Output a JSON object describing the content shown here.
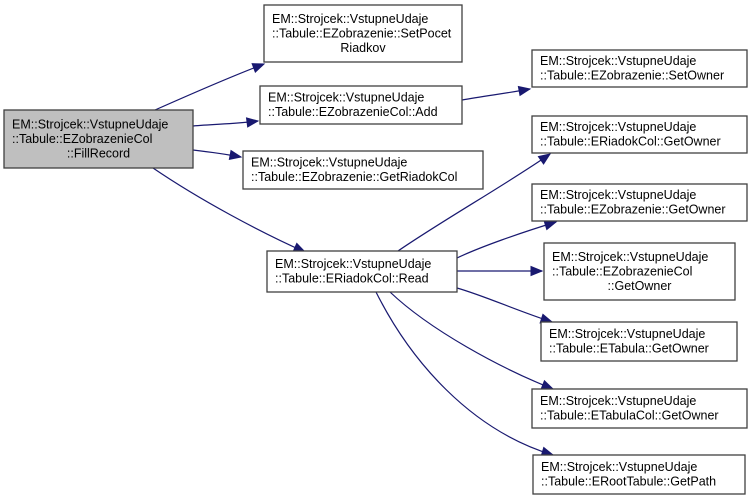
{
  "diagram": {
    "type": "call-graph",
    "colors": {
      "edge": "#191970",
      "root_fill": "#bfbfbf",
      "node_fill": "#ffffff",
      "node_border": "#404040"
    },
    "nodes": [
      {
        "id": "fillrecord",
        "root": true,
        "lines": [
          "EM::Strojcek::VstupneUdaje",
          "::Tabule::EZobrazenieCol",
          "::FillRecord"
        ]
      },
      {
        "id": "setpocetriadkov",
        "lines": [
          "EM::Strojcek::VstupneUdaje",
          "::Tabule::EZobrazenie::SetPocet",
          "Riadkov"
        ]
      },
      {
        "id": "add",
        "lines": [
          "EM::Strojcek::VstupneUdaje",
          "::Tabule::EZobrazenieCol::Add"
        ]
      },
      {
        "id": "getriadokcol",
        "lines": [
          "EM::Strojcek::VstupneUdaje",
          "::Tabule::EZobrazenie::GetRiadokCol"
        ]
      },
      {
        "id": "read",
        "lines": [
          "EM::Strojcek::VstupneUdaje",
          "::Tabule::ERiadokCol::Read"
        ]
      },
      {
        "id": "setowner",
        "lines": [
          "EM::Strojcek::VstupneUdaje",
          "::Tabule::EZobrazenie::SetOwner"
        ]
      },
      {
        "id": "eriadokcol-getowner",
        "lines": [
          "EM::Strojcek::VstupneUdaje",
          "::Tabule::ERiadokCol::GetOwner"
        ]
      },
      {
        "id": "ezobrazenie-getowner",
        "lines": [
          "EM::Strojcek::VstupneUdaje",
          "::Tabule::EZobrazenie::GetOwner"
        ]
      },
      {
        "id": "ezobrazeniecol-getowner",
        "lines": [
          "EM::Strojcek::VstupneUdaje",
          "::Tabule::EZobrazenieCol",
          "::GetOwner"
        ]
      },
      {
        "id": "etabula-getowner",
        "lines": [
          "EM::Strojcek::VstupneUdaje",
          "::Tabule::ETabula::GetOwner"
        ]
      },
      {
        "id": "etabulacol-getowner",
        "lines": [
          "EM::Strojcek::VstupneUdaje",
          "::Tabule::ETabulaCol::GetOwner"
        ]
      },
      {
        "id": "erroottabule-getpath",
        "lines": [
          "EM::Strojcek::VstupneUdaje",
          "::Tabule::ERootTabule::GetPath"
        ]
      }
    ],
    "edges": [
      {
        "from": "fillrecord",
        "to": "setpocetriadkov"
      },
      {
        "from": "fillrecord",
        "to": "add"
      },
      {
        "from": "fillrecord",
        "to": "getriadokcol"
      },
      {
        "from": "fillrecord",
        "to": "read"
      },
      {
        "from": "add",
        "to": "setowner"
      },
      {
        "from": "read",
        "to": "eriadokcol-getowner"
      },
      {
        "from": "read",
        "to": "ezobrazenie-getowner"
      },
      {
        "from": "read",
        "to": "ezobrazeniecol-getowner"
      },
      {
        "from": "read",
        "to": "etabula-getowner"
      },
      {
        "from": "read",
        "to": "etabulacol-getowner"
      },
      {
        "from": "read",
        "to": "erroottabule-getpath"
      }
    ]
  }
}
